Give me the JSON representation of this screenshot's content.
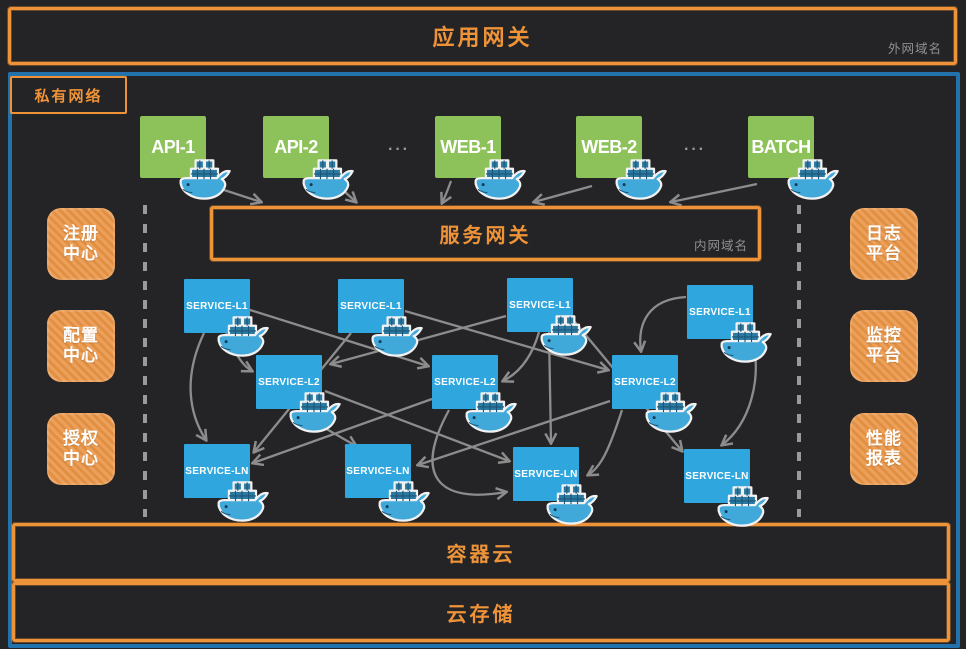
{
  "colors": {
    "background": "#242427",
    "orange_accent": "#EF9338",
    "green_node": "#8DC159",
    "service_blue": "#2FA7DE",
    "network_blue": "#2273AB",
    "arrow_gray": "#8C8C8C",
    "note_gray": "#909090"
  },
  "app_gateway": {
    "label": "应用网关",
    "domain_note": "外网域名"
  },
  "private_network": {
    "label": "私有网络"
  },
  "frontend": {
    "ellipsis": "···",
    "nodes": [
      {
        "id": "api-1",
        "label": "API-1"
      },
      {
        "id": "api-2",
        "label": "API-2"
      },
      {
        "id": "web-1",
        "label": "WEB-1"
      },
      {
        "id": "web-2",
        "label": "WEB-2"
      },
      {
        "id": "batch",
        "label": "BATCH"
      }
    ]
  },
  "service_gateway": {
    "label": "服务网关",
    "domain_note": "内网域名"
  },
  "sidebars": {
    "left": [
      {
        "id": "registry-center",
        "lines": [
          "注册",
          "中心"
        ]
      },
      {
        "id": "config-center",
        "lines": [
          "配置",
          "中心"
        ]
      },
      {
        "id": "auth-center",
        "lines": [
          "授权",
          "中心"
        ]
      }
    ],
    "right": [
      {
        "id": "log-platform",
        "lines": [
          "日志",
          "平台"
        ]
      },
      {
        "id": "monitor-platform",
        "lines": [
          "监控",
          "平台"
        ]
      },
      {
        "id": "perf-report",
        "lines": [
          "性能",
          "报表"
        ]
      }
    ]
  },
  "services": {
    "l1": [
      {
        "id": "l1-1",
        "label": "SERVICE-L1"
      },
      {
        "id": "l1-2",
        "label": "SERVICE-L1"
      },
      {
        "id": "l1-3",
        "label": "SERVICE-L1"
      },
      {
        "id": "l1-4",
        "label": "SERVICE-L1"
      }
    ],
    "l2": [
      {
        "id": "l2-1",
        "label": "SERVICE-L2"
      },
      {
        "id": "l2-2",
        "label": "SERVICE-L2"
      },
      {
        "id": "l2-3",
        "label": "SERVICE-L2"
      }
    ],
    "ln": [
      {
        "id": "ln-1",
        "label": "SERVICE-LN"
      },
      {
        "id": "ln-2",
        "label": "SERVICE-LN"
      },
      {
        "id": "ln-3",
        "label": "SERVICE-LN"
      },
      {
        "id": "ln-4",
        "label": "SERVICE-LN"
      }
    ]
  },
  "platform": {
    "container_cloud": "容器云",
    "cloud_storage": "云存储"
  },
  "edges": [
    {
      "from": "api-1",
      "to": "service-gateway"
    },
    {
      "from": "api-2",
      "to": "service-gateway"
    },
    {
      "from": "web-1",
      "to": "service-gateway"
    },
    {
      "from": "web-2",
      "to": "service-gateway"
    },
    {
      "from": "batch",
      "to": "service-gateway"
    },
    {
      "from": "l1-1",
      "to": "l2-2"
    },
    {
      "from": "l1-1",
      "to": "l2-1"
    },
    {
      "from": "l1-1",
      "to": "ln-1"
    },
    {
      "from": "l1-2",
      "to": "ln-1"
    },
    {
      "from": "l1-2",
      "to": "l2-3"
    },
    {
      "from": "l1-3",
      "to": "l2-1"
    },
    {
      "from": "l1-3",
      "to": "l2-2"
    },
    {
      "from": "l1-3",
      "to": "ln-3"
    },
    {
      "from": "l1-3",
      "to": "ln-4"
    },
    {
      "from": "l1-4",
      "to": "l2-3"
    },
    {
      "from": "l1-4",
      "to": "ln-4"
    },
    {
      "from": "l2-1",
      "to": "ln-3"
    },
    {
      "from": "l2-1",
      "to": "ln-2"
    },
    {
      "from": "l2-2",
      "to": "ln-1"
    },
    {
      "from": "l2-2",
      "to": "ln-3"
    },
    {
      "from": "l2-3",
      "to": "ln-3"
    },
    {
      "from": "l2-3",
      "to": "ln-2"
    }
  ]
}
